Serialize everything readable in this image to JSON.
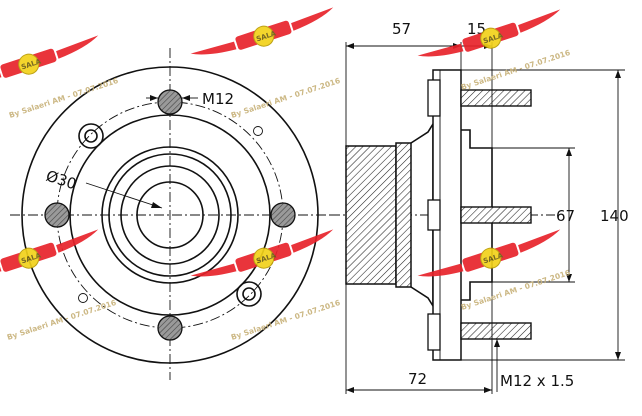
{
  "dimensions": {
    "stud_thread_label": "M12",
    "bore_diameter_label": "Ø30",
    "hub_depth_label": "57",
    "flange_thickness_label": "15",
    "pilot_diameter_label": "67",
    "bolt_circle_label": "140",
    "overall_length_label": "72",
    "stud_spec_label": "M12 x 1.5"
  },
  "watermark": {
    "text": "By Salaeri AM - 07.07.2016",
    "logo_text": "SALA",
    "colors": {
      "wing": "#e8222a",
      "badge": "#f2d21a"
    }
  },
  "colors": {
    "line": "#111111",
    "background": "#ffffff"
  }
}
